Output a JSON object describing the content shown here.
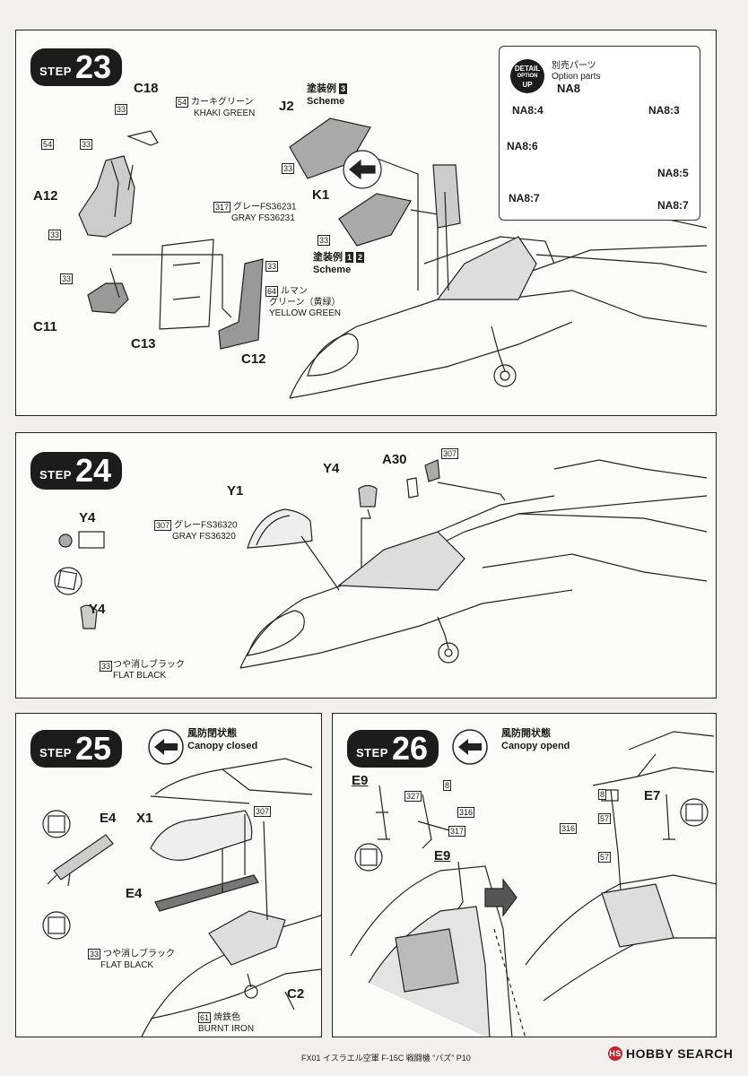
{
  "step23": {
    "step_word": "STEP",
    "number": "23",
    "parts": {
      "c18": "C18",
      "j2": "J2",
      "a12": "A12",
      "k1": "K1",
      "c11": "C11",
      "c13": "C13",
      "c12": "C12"
    },
    "codes": {
      "c33": "33",
      "c54": "54",
      "c317": "317",
      "c64": "64",
      "c3": "3",
      "c1": "1",
      "c2": "2"
    },
    "colors": {
      "khaki_jp": "カーキグリーン",
      "khaki_en": "KHAKI GREEN",
      "gray_jp": "グレーFS36231",
      "gray_en": "GRAY FS36231",
      "yg_jp1": "ルマン",
      "yg_jp2": "グリーン（黄緑）",
      "yg_en": "YELLOW GREEN"
    },
    "scheme_jp": "塗装例",
    "scheme_en": "Scheme",
    "detail": {
      "badge_top": "DETAIL",
      "badge_mid": "OPTION",
      "badge_bottom": "UP",
      "option_jp": "別売パーツ",
      "option_en": "Option parts",
      "na8": "NA8",
      "na8_4": "NA8:4",
      "na8_3": "NA8:3",
      "na8_6": "NA8:6",
      "na8_5": "NA8:5",
      "na8_7a": "NA8:7",
      "na8_7b": "NA8:7"
    }
  },
  "step24": {
    "step_word": "STEP",
    "number": "24",
    "parts": {
      "y4a": "Y4",
      "y4b": "Y4",
      "y4c": "Y4",
      "y1": "Y1",
      "a30": "A30"
    },
    "codes": {
      "c307a": "307",
      "c307b": "307",
      "c33": "33"
    },
    "colors": {
      "gray_jp": "グレーFS36320",
      "gray_en": "GRAY FS36320",
      "black_jp": "つや消しブラック",
      "black_en": "FLAT BLACK"
    }
  },
  "step25": {
    "step_word": "STEP",
    "number": "25",
    "title_jp": "風防閉状態",
    "title_en": "Canopy closed",
    "parts": {
      "e4a": "E4",
      "x1": "X1",
      "e4b": "E4",
      "c2": "C2"
    },
    "codes": {
      "c307": "307",
      "c33": "33",
      "c61": "61"
    },
    "colors": {
      "black_jp": "つや消しブラック",
      "black_en": "FLAT BLACK",
      "iron_jp": "焼鉄色",
      "iron_en": "BURNT IRON"
    }
  },
  "step26": {
    "step_word": "STEP",
    "number": "26",
    "title_jp": "風防開状態",
    "title_en": "Canopy opend",
    "parts": {
      "e9a": "E9",
      "e9b": "E9",
      "e7": "E7"
    },
    "codes": {
      "c327": "327",
      "c8a": "8",
      "c316a": "316",
      "c317": "317",
      "c8b": "8",
      "c57a": "57",
      "c316b": "316",
      "c57b": "57"
    }
  },
  "footer": {
    "text": "FX01 イスラエル空軍 F-15C 戦闘機 “バズ” P10",
    "brand": "HOBBY SEARCH",
    "brand_logo": "HS"
  }
}
